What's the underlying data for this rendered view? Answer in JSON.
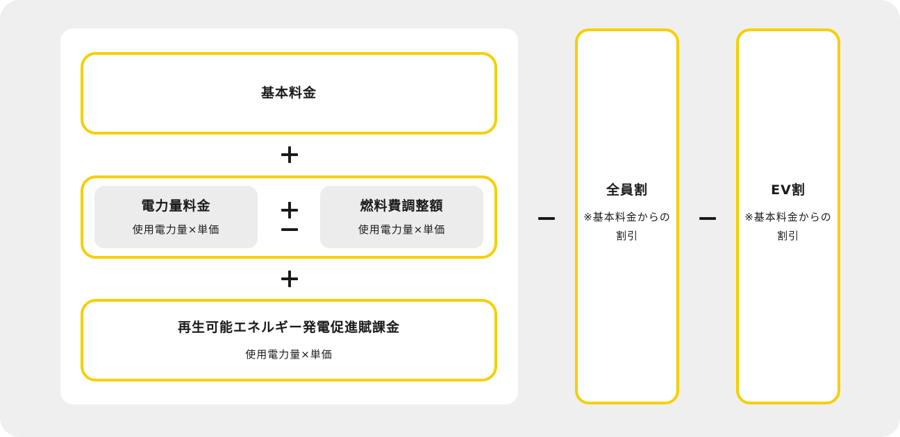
{
  "base": {
    "title": "基本料金"
  },
  "energy": {
    "title": "電力量料金",
    "formula": "使用電力量×単価"
  },
  "fuel": {
    "title": "燃料費調整額",
    "formula": "使用電力量×単価"
  },
  "renewable": {
    "title": "再生可能エネルギー発電促進賦課金",
    "formula": "使用電力量×単価"
  },
  "discount_all": {
    "title": "全員割",
    "note": "※基本料金からの割引"
  },
  "discount_ev": {
    "title": "EV割",
    "note": "※基本料金からの割引"
  },
  "operators": {
    "plus": "+",
    "plus_minus": "±"
  },
  "colors": {
    "accent": "#f6cf00",
    "background": "#efefef",
    "sub_box": "#ececec"
  }
}
